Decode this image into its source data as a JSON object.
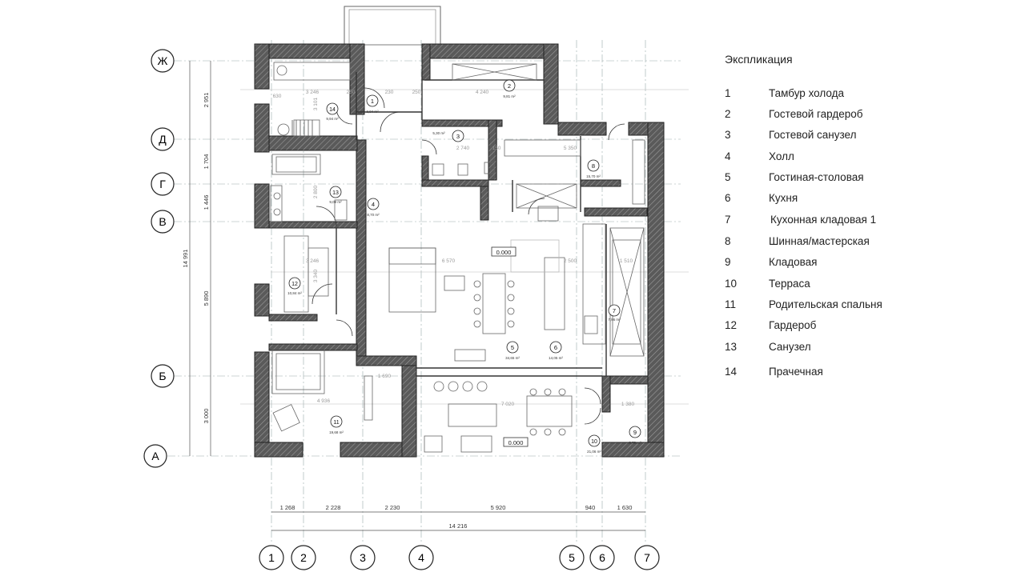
{
  "legend": {
    "title": "Экспликация",
    "items": [
      {
        "num": "1",
        "name": "Тамбур холода"
      },
      {
        "num": "2",
        "name": "Гостевой гардероб"
      },
      {
        "num": "3",
        "name": "Гостевой санузел"
      },
      {
        "num": "4",
        "name": "Холл"
      },
      {
        "num": "5",
        "name": "Гостиная-столовая"
      },
      {
        "num": "6",
        "name": "Кухня"
      },
      {
        "num": "7",
        "name": "Кухонная кладовая 1"
      },
      {
        "num": "8",
        "name": "Шинная/мастерская"
      },
      {
        "num": "9",
        "name": "Кладовая"
      },
      {
        "num": "10",
        "name": "Терраса"
      },
      {
        "num": "11",
        "name": "Родительская спальня"
      },
      {
        "num": "12",
        "name": "Гардероб"
      },
      {
        "num": "13",
        "name": "Санузел"
      },
      {
        "num": "14",
        "name": "Прачечная"
      }
    ]
  },
  "axes": {
    "rows": [
      "Ж",
      "Д",
      "Г",
      "В",
      "Б",
      "А"
    ],
    "cols": [
      "1",
      "2",
      "3",
      "4",
      "5",
      "6",
      "7"
    ]
  },
  "dimensions": {
    "left": [
      "2 951",
      "1 704",
      "1 446",
      "5 890",
      "3 000"
    ],
    "left_total": "14 991",
    "bottom": [
      "1 268",
      "2 228",
      "2 230",
      "5 920",
      "940",
      "1 630"
    ],
    "bottom_total": "14 216"
  },
  "rooms": [
    {
      "num": "1",
      "area": "3,04 m²"
    },
    {
      "num": "2",
      "area": "9,81 m²"
    },
    {
      "num": "3",
      "area": "5,30 m²"
    },
    {
      "num": "4",
      "area": "8,70 m²"
    },
    {
      "num": "5",
      "area": "34,65 m²"
    },
    {
      "num": "6",
      "area": "14,05 m²"
    },
    {
      "num": "7",
      "area": "7,96 m²"
    },
    {
      "num": "8",
      "area": "15,70 m²"
    },
    {
      "num": "9",
      "area": "3,79 m²"
    },
    {
      "num": "10",
      "area": "21,06 m²"
    },
    {
      "num": "11",
      "area": "19,68 m²"
    },
    {
      "num": "12",
      "area": "10,84 m²"
    },
    {
      "num": "13",
      "area": "9,09 m²"
    },
    {
      "num": "14",
      "area": "9,94 m²"
    }
  ],
  "levels": [
    "0.000",
    "0.000"
  ],
  "inner_dims": [
    "3 246",
    "250",
    "230",
    "250",
    "4 240",
    "2 740",
    "150",
    "5 350",
    "6 570",
    "2 500",
    "1 510",
    "3 246",
    "4 936",
    "1 690",
    "7 020",
    "1 380",
    "3 340",
    "2 800",
    "3 101",
    "630"
  ]
}
